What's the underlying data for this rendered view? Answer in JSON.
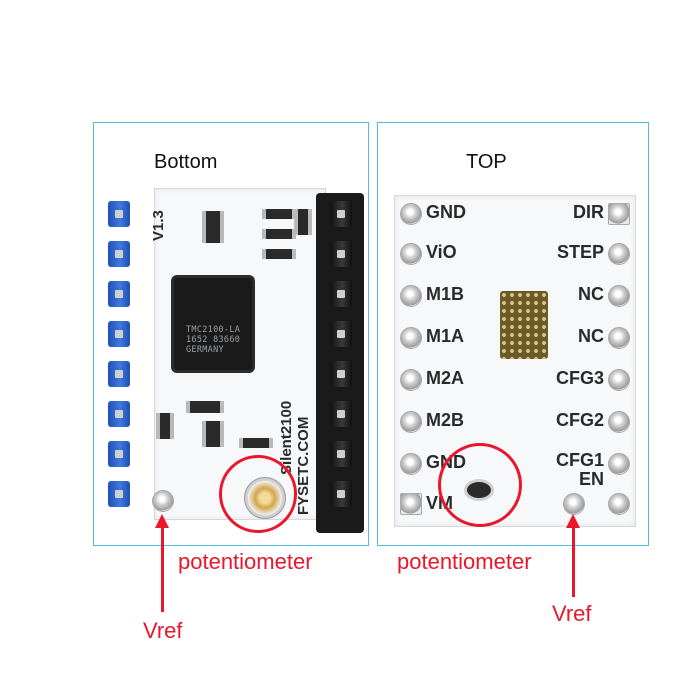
{
  "panels": {
    "left": {
      "title": "Bottom"
    },
    "right": {
      "title": "TOP"
    }
  },
  "bottom_board": {
    "version": "V1.3",
    "chip_lines": [
      "TMC2100-LA",
      "1652 83660",
      "GERMANY"
    ],
    "side_text": [
      "Silent2100",
      "FYSETC.COM"
    ]
  },
  "top_board": {
    "left_pins": [
      "GND",
      "ViO",
      "M1B",
      "M1A",
      "M2A",
      "M2B",
      "GND",
      "VM"
    ],
    "right_pins": [
      "DIR",
      "STEP",
      "NC",
      "NC",
      "CFG3",
      "CFG2",
      "CFG1",
      "EN"
    ]
  },
  "annotations": {
    "left_potentiometer": "potentiometer",
    "left_vref": "Vref",
    "right_potentiometer": "potentiometer",
    "right_vref": "Vref"
  },
  "colors": {
    "frame": "#56b9de",
    "annotation": "#e8172c",
    "header_blue": "#2a63cf",
    "header_black": "#1a1a1a"
  }
}
